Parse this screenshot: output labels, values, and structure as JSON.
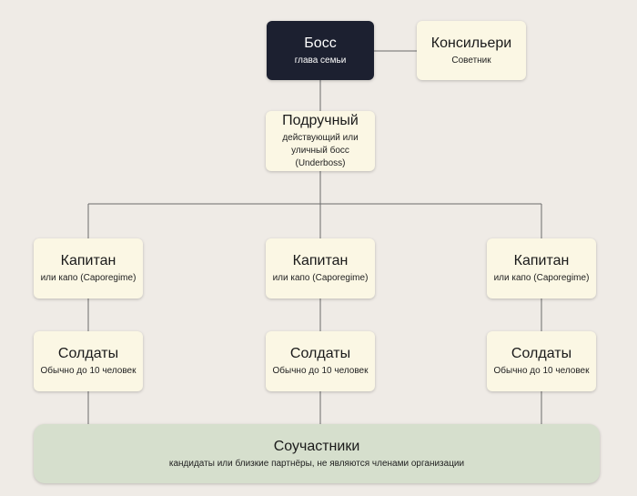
{
  "boss": {
    "title": "Босс",
    "subtitle": "глава семьи"
  },
  "consigliere": {
    "title": "Консильери",
    "subtitle": "Советник"
  },
  "underboss": {
    "title": "Подручный",
    "subtitle": "действующий или уличный босс (Underboss)"
  },
  "captains": [
    {
      "title": "Капитан",
      "subtitle": "или капо (Caporegime)"
    },
    {
      "title": "Капитан",
      "subtitle": "или капо (Caporegime)"
    },
    {
      "title": "Капитан",
      "subtitle": "или капо (Caporegime)"
    }
  ],
  "soldiers": [
    {
      "title": "Солдаты",
      "subtitle": "Обычно до 10 человек"
    },
    {
      "title": "Солдаты",
      "subtitle": "Обычно до 10 человек"
    },
    {
      "title": "Солдаты",
      "subtitle": "Обычно до 10 человек"
    }
  ],
  "associates": {
    "title": "Соучастники",
    "subtitle": "кандидаты или близкие партнёры, не являются членами организации"
  },
  "colors": {
    "background": "#efebe6",
    "box": "#fbf7e4",
    "boss_box": "#1c2030",
    "associates_box": "#d6dfcd",
    "connector": "#6b6b6b"
  }
}
